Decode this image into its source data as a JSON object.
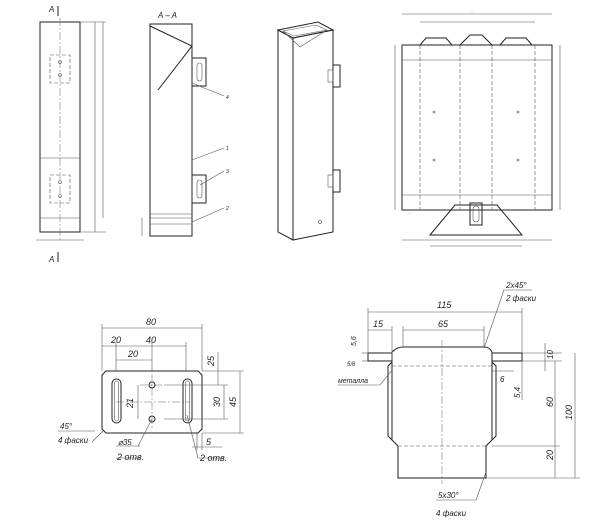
{
  "section": {
    "label_a": "A",
    "title": "A – A"
  },
  "callouts": {
    "n1": "1",
    "n2": "2",
    "n3": "3",
    "n4": "4"
  },
  "plate": {
    "dims": {
      "width": "80",
      "d20": "20",
      "d40": "40",
      "d25": "25",
      "d21": "21",
      "d30": "30",
      "d45": "45",
      "d5": "5"
    },
    "notes": {
      "chamfer": "45°",
      "chamfer_count": "4 фаски",
      "hole": "⌀35",
      "holes_count": "2 отв.",
      "slots_count": "2 отв."
    }
  },
  "blank": {
    "dims": {
      "d115": "115",
      "d15": "15",
      "d65": "65",
      "d56": "5,6",
      "d10": "10",
      "d54": "5,4",
      "d6": "6",
      "d60": "60",
      "d100": "100",
      "d20": "20"
    },
    "notes": {
      "top_chamfer": "2x45°",
      "top_chamfer_count": "2 фаски",
      "bot_chamfer": "5x30°",
      "bot_chamfer_count": "4 фаски",
      "side_label": "металла",
      "side_prefix": "5/6"
    }
  }
}
